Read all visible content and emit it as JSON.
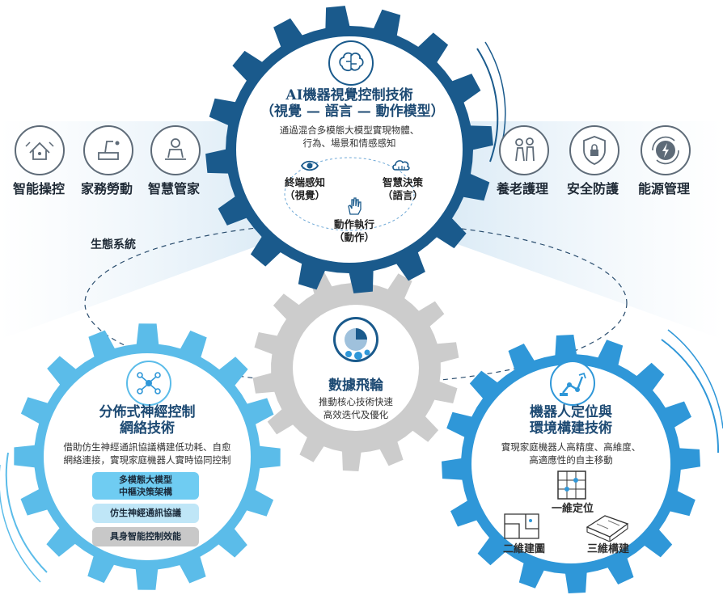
{
  "ecosystem_label": "生態系統",
  "left_items": [
    {
      "label": "智能操控",
      "icon": "smart-home-icon"
    },
    {
      "label": "家務勞動",
      "icon": "housework-icon"
    },
    {
      "label": "智慧管家",
      "icon": "butler-icon"
    }
  ],
  "right_items": [
    {
      "label": "養老護理",
      "icon": "elderly-care-icon"
    },
    {
      "label": "安全防護",
      "icon": "security-shield-icon"
    },
    {
      "label": "能源管理",
      "icon": "energy-icon"
    }
  ],
  "top_gear": {
    "title_line1": "AI機器視覺控制技術",
    "title_line2": "（視覺 — 語言 — 動作模型）",
    "body_line1": "通過混合多模態大模型實現物體、",
    "body_line2": "行為、場景和情感感知",
    "node_left_line1": "終端感知",
    "node_left_line2": "（視覺）",
    "node_right_line1": "智慧決策",
    "node_right_line2": "（語言）",
    "node_bottom_line1": "動作執行",
    "node_bottom_line2": "（動作）"
  },
  "center_gear": {
    "title": "數據飛輪",
    "body_line1": "推動核心技術快速",
    "body_line2": "高效迭代及優化"
  },
  "left_gear": {
    "title_line1": "分佈式神經控制",
    "title_line2": "網絡技術",
    "body_line1": "借助仿生神經通訊協議構建低功耗、自愈",
    "body_line2": "網絡連接，實現家庭機器人實時協同控制",
    "pill1_line1": "多模態大模型",
    "pill1_line2": "中樞決策架構",
    "pill2": "仿生神經通訊協議",
    "pill3": "具身智能控制效能"
  },
  "right_gear": {
    "title_line1": "機器人定位與",
    "title_line2": "環境構建技術",
    "body_line1": "實現家庭機器人高精度、高維度、",
    "body_line2": "高適應性的自主移動",
    "item1": "一維定位",
    "item2": "二維建圖",
    "item3": "三維構建"
  },
  "colors": {
    "top_gear": "#1a5a8c",
    "left_gear": "#5bbce9",
    "right_gear": "#2f97d8",
    "center_gear": "#cccccc"
  }
}
